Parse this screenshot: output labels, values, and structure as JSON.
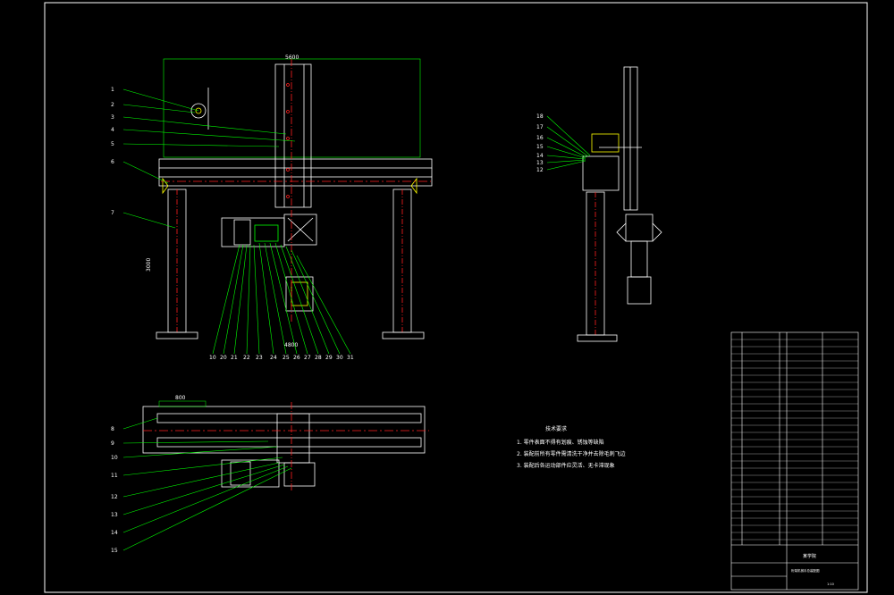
{
  "drawing": {
    "colors": {
      "background": "#000000",
      "outline": "#ffffff",
      "leader": "#00ff00",
      "centerline": "#ff2020",
      "accent": "#ffff00"
    },
    "front_view": {
      "balloons": [
        "1",
        "2",
        "3",
        "4",
        "5",
        "6",
        "7"
      ],
      "bottom_balloons": [
        "10",
        "20",
        "21",
        "22",
        "23",
        "24",
        "25",
        "26",
        "27",
        "28",
        "29",
        "30",
        "31"
      ],
      "dim_top": "5600",
      "dim_side": "3000",
      "dim_bottom": "4800"
    },
    "side_view": {
      "balloons": [
        "18",
        "17",
        "16",
        "15",
        "14",
        "13",
        "12"
      ]
    },
    "top_view": {
      "balloons": [
        "8",
        "9",
        "10",
        "11",
        "12",
        "13",
        "14",
        "15"
      ],
      "dim": "800"
    },
    "notes": {
      "title": "技术要求",
      "items": [
        "1. 零件表面不得有划痕、锈蚀等缺陷",
        "2. 装配前所有零件需清洗干净并去除毛刺飞边",
        "3. 装配后各运动部件应灵活、无卡滞现象"
      ]
    },
    "title_block": {
      "company": "某学院",
      "drawing_title": "桁架机械手总装配图",
      "scale": "1:10"
    }
  }
}
